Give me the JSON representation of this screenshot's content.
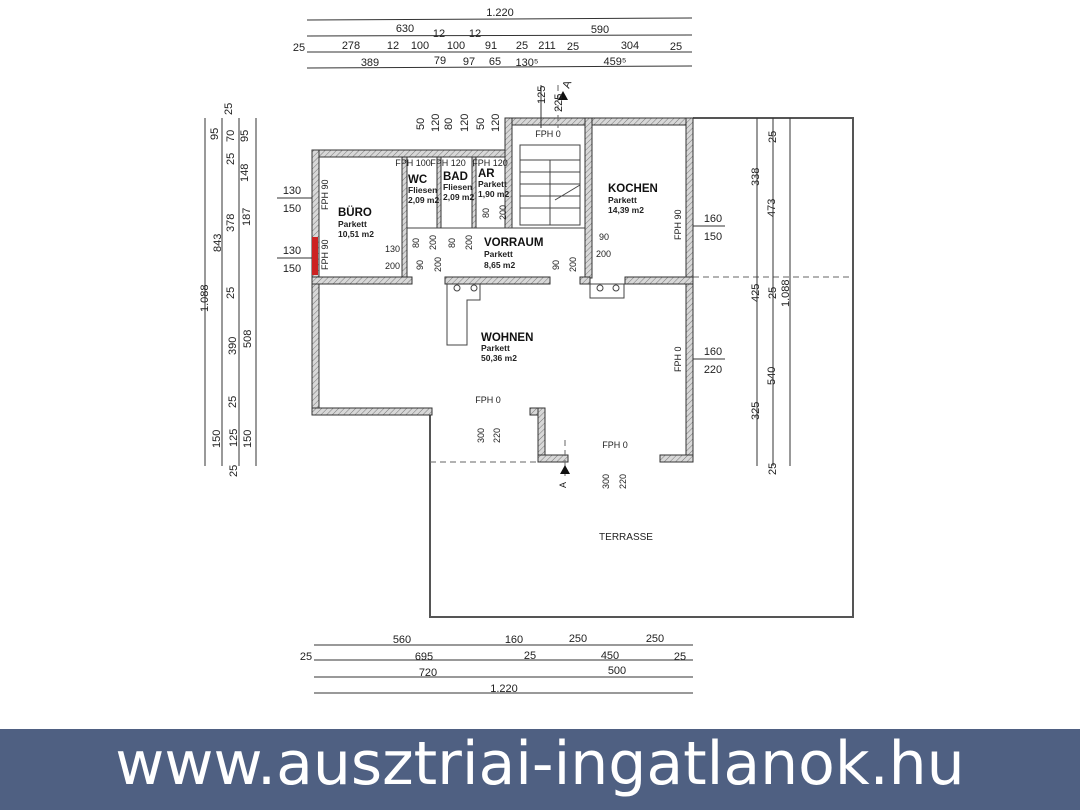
{
  "colors": {
    "banner": "#4f6082",
    "banner_text": "#ffffff",
    "highlight_window": "#cc2222"
  },
  "banner": {
    "url": "www.ausztriai-ingatlanok.hu"
  },
  "rooms": [
    {
      "name": "BÜRO",
      "floor": "Parkett",
      "area": "10,51 m2"
    },
    {
      "name": "WC",
      "floor": "Fliesen",
      "area": "2,09 m2"
    },
    {
      "name": "BAD",
      "floor": "Fliesen",
      "area": "2,09 m2"
    },
    {
      "name": "AR",
      "floor": "Parkett",
      "area": "1,90 m2"
    },
    {
      "name": "VORRAUM",
      "floor": "Parkett",
      "area": "8,65 m2"
    },
    {
      "name": "KOCHEN",
      "floor": "Parkett",
      "area": "14,39 m2"
    },
    {
      "name": "WOHNEN",
      "floor": "Parkett",
      "area": "50,36 m2"
    },
    {
      "name": "TERRASSE"
    }
  ],
  "dims_top": {
    "row1": [
      "1.220"
    ],
    "row2": [
      "630",
      "590"
    ],
    "row3": [
      "25",
      "278",
      "12",
      "100",
      "12",
      "100",
      "12",
      "91",
      "25",
      "211",
      "25",
      "304",
      "25"
    ],
    "row4": [
      "389",
      "79",
      "97",
      "65",
      "130⁵",
      "459⁵"
    ],
    "windows": [
      "50",
      "120",
      "80",
      "120",
      "50",
      "120",
      "125",
      "225"
    ],
    "section": "A"
  },
  "dims_left": {
    "col1": [
      "1.088"
    ],
    "col2": [
      "95",
      "843",
      "150"
    ],
    "col3": [
      "25",
      "70",
      "25",
      "378",
      "25",
      "390",
      "25",
      "125",
      "25"
    ],
    "col4": [
      "95",
      "148",
      "187",
      "508",
      "150"
    ],
    "windows": [
      "130",
      "150",
      "130",
      "150"
    ]
  },
  "dims_right": {
    "col1": [
      "338",
      "425",
      "325",
      "25"
    ],
    "col2": [
      "25",
      "473",
      "25",
      "540"
    ],
    "col3": [
      "1.088"
    ],
    "windows": [
      "160",
      "150",
      "160",
      "220"
    ]
  },
  "dims_bottom": {
    "row1": [
      "560",
      "160",
      "250",
      "250"
    ],
    "row2": [
      "25",
      "695",
      "25",
      "450",
      "25"
    ],
    "row3": [
      "720",
      "500"
    ],
    "row4": [
      "1.220"
    ]
  },
  "annotations": {
    "fph": [
      "FPH 90",
      "FPH 90",
      "FPH 100",
      "FPH 120",
      "FPH 120",
      "FPH 0",
      "FPH 90",
      "FPH 0",
      "FPH 0",
      "FPH 0"
    ],
    "doors": [
      "130",
      "200",
      "80",
      "200",
      "90",
      "200",
      "80",
      "200",
      "80",
      "200",
      "90",
      "200",
      "90",
      "200"
    ],
    "openings": [
      "300",
      "220",
      "300",
      "220"
    ],
    "section_mark": "A"
  }
}
